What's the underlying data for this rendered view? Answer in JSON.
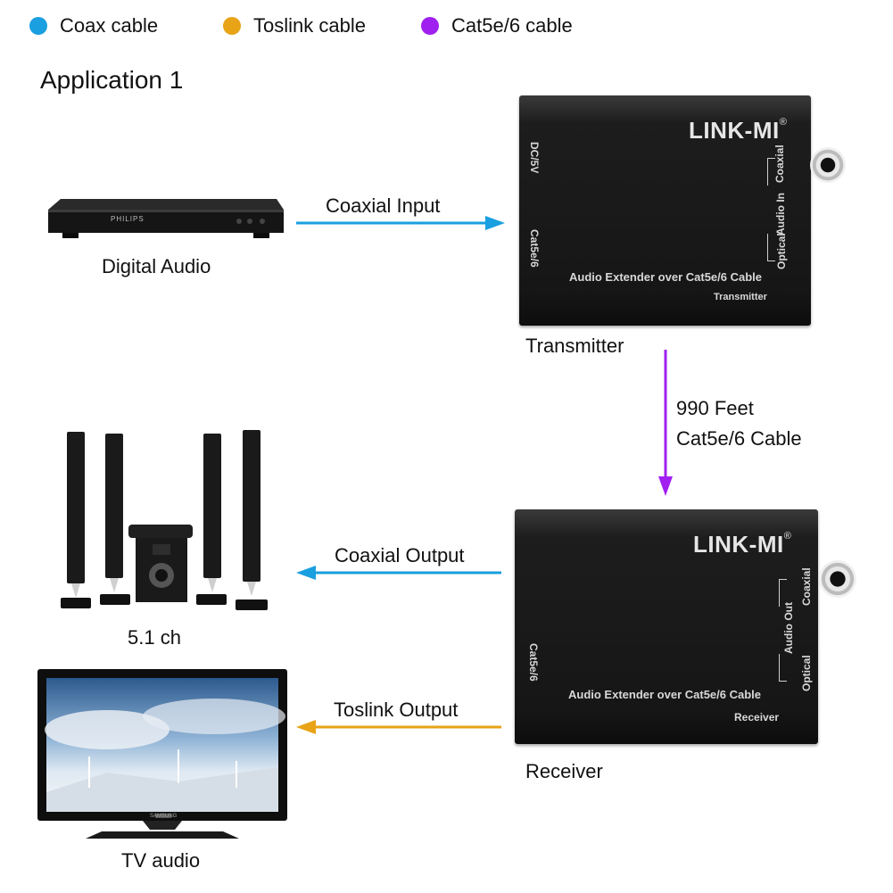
{
  "legend": [
    {
      "label": "Coax cable",
      "color": "#1a9fe0"
    },
    {
      "label": "Toslink cable",
      "color": "#e8a317"
    },
    {
      "label": "Cat5e/6 cable",
      "color": "#a020f0"
    }
  ],
  "title": "Application 1",
  "sources": {
    "dvd_label": "Digital Audio",
    "dvd_brand": "PHILIPS",
    "speakers_label": "5.1 ch",
    "tv_label": "TV audio",
    "tv_brand": "SAMSUNG"
  },
  "transmitter": {
    "caption": "Transmitter",
    "brand": "LINK-MI",
    "reg": "®",
    "dc": "DC/5V",
    "cat": "Cat5e/6",
    "coaxial": "Coaxial",
    "audio_in": "Audio In",
    "optical": "Optical",
    "product": "Audio Extender over Cat5e/6 Cable",
    "role": "Transmitter"
  },
  "receiver": {
    "caption": "Receiver",
    "brand": "LINK-MI",
    "reg": "®",
    "cat": "Cat5e/6",
    "coaxial": "Coaxial",
    "audio_out": "Audio Out",
    "optical": "Optical",
    "product": "Audio Extender over Cat5e/6 Cable",
    "role": "Receiver"
  },
  "connections": {
    "coaxial_input": "Coaxial Input",
    "distance": "990 Feet",
    "cable": "Cat5e/6 Cable",
    "coaxial_output": "Coaxial Output",
    "toslink_output": "Toslink Output"
  },
  "colors": {
    "coax": "#1a9fe0",
    "toslink": "#e8a317",
    "cat": "#a020f0"
  }
}
